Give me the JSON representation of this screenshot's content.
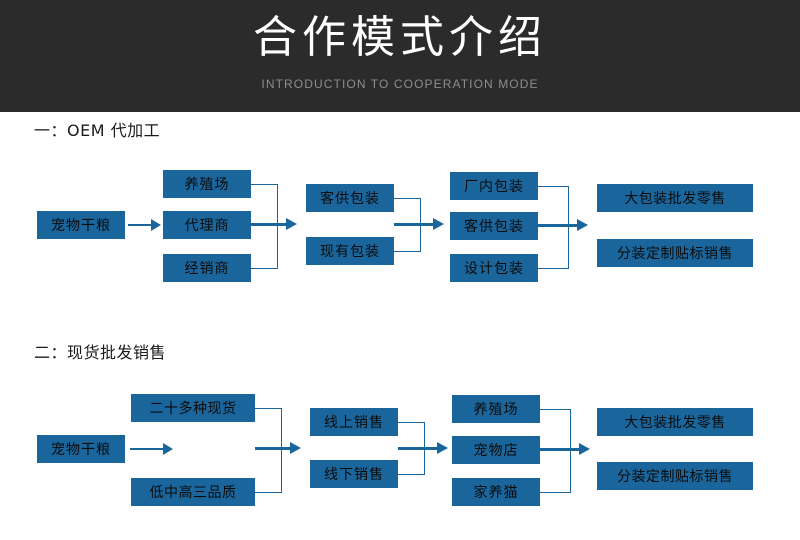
{
  "banner": {
    "title": "合作模式介绍",
    "subtitle": "INTRODUCTION TO COOPERATION MODE",
    "background_color": "#2b2b2b",
    "title_color": "#ffffff",
    "subtitle_color": "#8d8d8d"
  },
  "theme": {
    "node_fill": "#1a669c",
    "node_text": "#0b0b0b",
    "connector": "#1a669c",
    "page_background": "#ffffff"
  },
  "sections": [
    {
      "heading": "一：OEM 代加工",
      "columns": [
        {
          "nodes": [
            "宠物干粮"
          ]
        },
        {
          "nodes": [
            "养殖场",
            "代理商",
            "经销商"
          ]
        },
        {
          "nodes": [
            "客供包装",
            "现有包装"
          ]
        },
        {
          "nodes": [
            "厂内包装",
            "客供包装",
            "设计包装"
          ]
        },
        {
          "nodes": [
            "大包装批发零售",
            "分装定制贴标销售"
          ]
        }
      ]
    },
    {
      "heading": "二：现货批发销售",
      "columns": [
        {
          "nodes": [
            "宠物干粮"
          ]
        },
        {
          "nodes": [
            "二十多种现货",
            "低中高三品质"
          ]
        },
        {
          "nodes": [
            "线上销售",
            "线下销售"
          ]
        },
        {
          "nodes": [
            "养殖场",
            "宠物店",
            "家养猫"
          ]
        },
        {
          "nodes": [
            "大包装批发零售",
            "分装定制贴标销售"
          ]
        }
      ]
    }
  ]
}
